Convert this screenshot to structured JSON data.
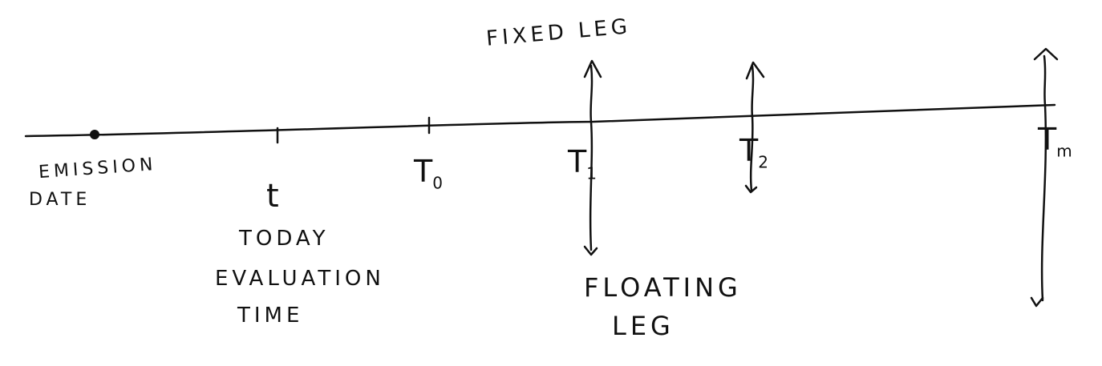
{
  "labels": {
    "emission_line1": "EMISSION",
    "emission_line2": "DATE",
    "t": "t",
    "today_line1": "TODAY",
    "today_line2": "EVALUATION",
    "today_line3": "TIME",
    "T0_main": "T",
    "T0_sub": "0",
    "T1_main": "T",
    "T1_sub": "1",
    "T2_main": "T",
    "T2_sub": "2",
    "Tm_main": "T",
    "Tm_sub": "m",
    "fixed_leg": "FIXED LEG",
    "floating_leg_line1": "FLOATING",
    "floating_leg_line2": "LEG"
  }
}
